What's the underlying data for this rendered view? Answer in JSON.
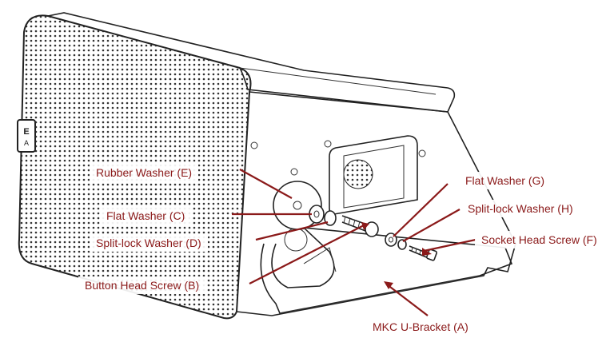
{
  "labels": {
    "rubber_washer": "Rubber Washer (E)",
    "flat_washer_c": "Flat Washer (C)",
    "split_lock_d": "Split-lock Washer (D)",
    "button_head_screw": "Button Head Screw (B)",
    "flat_washer_g": "Flat Washer (G)",
    "split_lock_h": "Split-lock  Washer (H)",
    "socket_head_screw": "Socket Head Screw (F)",
    "u_bracket": "MKC U-Bracket (A)"
  },
  "colors": {
    "label_text": "#8b1a1a",
    "line_art": "#222222",
    "background": "#ffffff"
  }
}
